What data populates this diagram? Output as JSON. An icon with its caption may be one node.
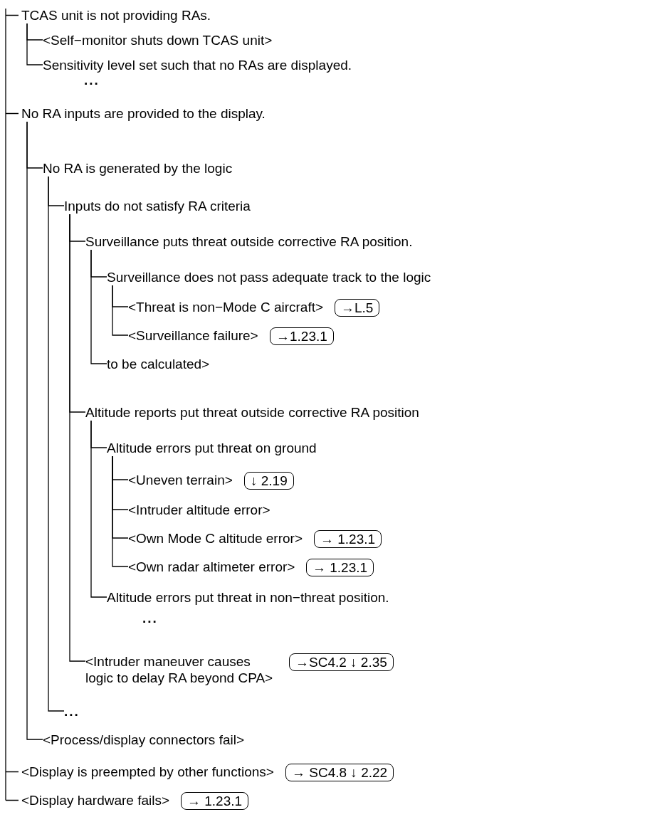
{
  "diagram": {
    "nodes": [
      {
        "text": [
          "TCAS unit is not providing RAs."
        ]
      },
      {
        "text": [
          "<Self−monitor shuts down TCAS unit>"
        ]
      },
      {
        "text": [
          "Sensitivity level set such that no RAs are displayed."
        ]
      },
      {
        "text": [
          "No RA inputs are provided to the display."
        ]
      },
      {
        "text": [
          "No RA is generated by the logic"
        ]
      },
      {
        "text": [
          "Inputs do not satisfy RA criteria"
        ]
      },
      {
        "text": [
          "Surveillance puts threat outside corrective RA position."
        ]
      },
      {
        "text": [
          "Surveillance does not pass adequate track to the logic"
        ]
      },
      {
        "text": [
          "<Threat is non−Mode C aircraft>"
        ],
        "beside": [
          "→L.5"
        ]
      },
      {
        "text": [
          "<Surveillance failure>"
        ],
        "beside": [
          "→1.23.1"
        ]
      },
      {
        "text": [
          "to be calculated>"
        ]
      },
      {
        "text": [
          "Altitude reports put threat outside corrective RA position"
        ]
      },
      {
        "text": [
          "Altitude errors put threat on ground"
        ]
      },
      {
        "text": [
          "<Uneven terrain>"
        ],
        "beside": [
          "↓ 2.19"
        ]
      },
      {
        "text": [
          "<Intruder altitude error>"
        ]
      },
      {
        "text": [
          "<Own Mode C altitude error>"
        ],
        "beside": [
          "→ 1.23.1"
        ]
      },
      {
        "text": [
          "<Own radar altimeter error>"
        ],
        "beside": [
          "→ 1.23.1"
        ]
      },
      {
        "text": [
          "Altitude errors put threat in non−threat position."
        ]
      },
      {
        "text": [
          "<Intruder maneuver causes logic to delay RA beyond CPA>"
        ],
        "beside": [
          "→SC4.2 ↓ 2.35"
        ]
      },
      {
        "text": [
          "..."
        ]
      },
      {
        "text": [
          "<Process/display connectors fail>"
        ]
      },
      {
        "text": [
          "<Display is preempted by other functions>"
        ],
        "beside": [
          "→ SC4.8 ↓ 2.22"
        ]
      },
      {
        "text": [
          "<Display hardware fails>"
        ],
        "beside": [
          "→ 1.23.1"
        ]
      }
    ],
    "edges": [
      {
        "from": 0,
        "to": 1,
        "arrow": "none"
      },
      {
        "from": 0,
        "to": 2,
        "arrow": "none"
      },
      {
        "from": 3,
        "to": 4,
        "arrow": "none"
      },
      {
        "from": 4,
        "to": 5,
        "arrow": "none"
      },
      {
        "from": 5,
        "to": 6,
        "arrow": "none"
      },
      {
        "from": 6,
        "to": 7,
        "arrow": "none"
      },
      {
        "from": 7,
        "to": 8,
        "arrow": "none"
      },
      {
        "from": 7,
        "to": 9,
        "arrow": "none"
      },
      {
        "from": 6,
        "to": 10,
        "arrow": "none"
      },
      {
        "from": 5,
        "to": 11,
        "arrow": "none"
      },
      {
        "from": 11,
        "to": 12,
        "arrow": "none"
      },
      {
        "from": 12,
        "to": 13,
        "arrow": "none"
      },
      {
        "from": 12,
        "to": 14,
        "arrow": "none"
      },
      {
        "from": 12,
        "to": 15,
        "arrow": "none"
      },
      {
        "from": 12,
        "to": 16,
        "arrow": "none"
      },
      {
        "from": 11,
        "to": 17,
        "arrow": "none"
      },
      {
        "from": 5,
        "to": 18,
        "arrow": "none"
      },
      {
        "from": 4,
        "to": 19,
        "arrow": "none"
      },
      {
        "from": 3,
        "to": 20,
        "arrow": "none"
      }
    ],
    "labels": [
      "...",
      "..."
    ]
  }
}
